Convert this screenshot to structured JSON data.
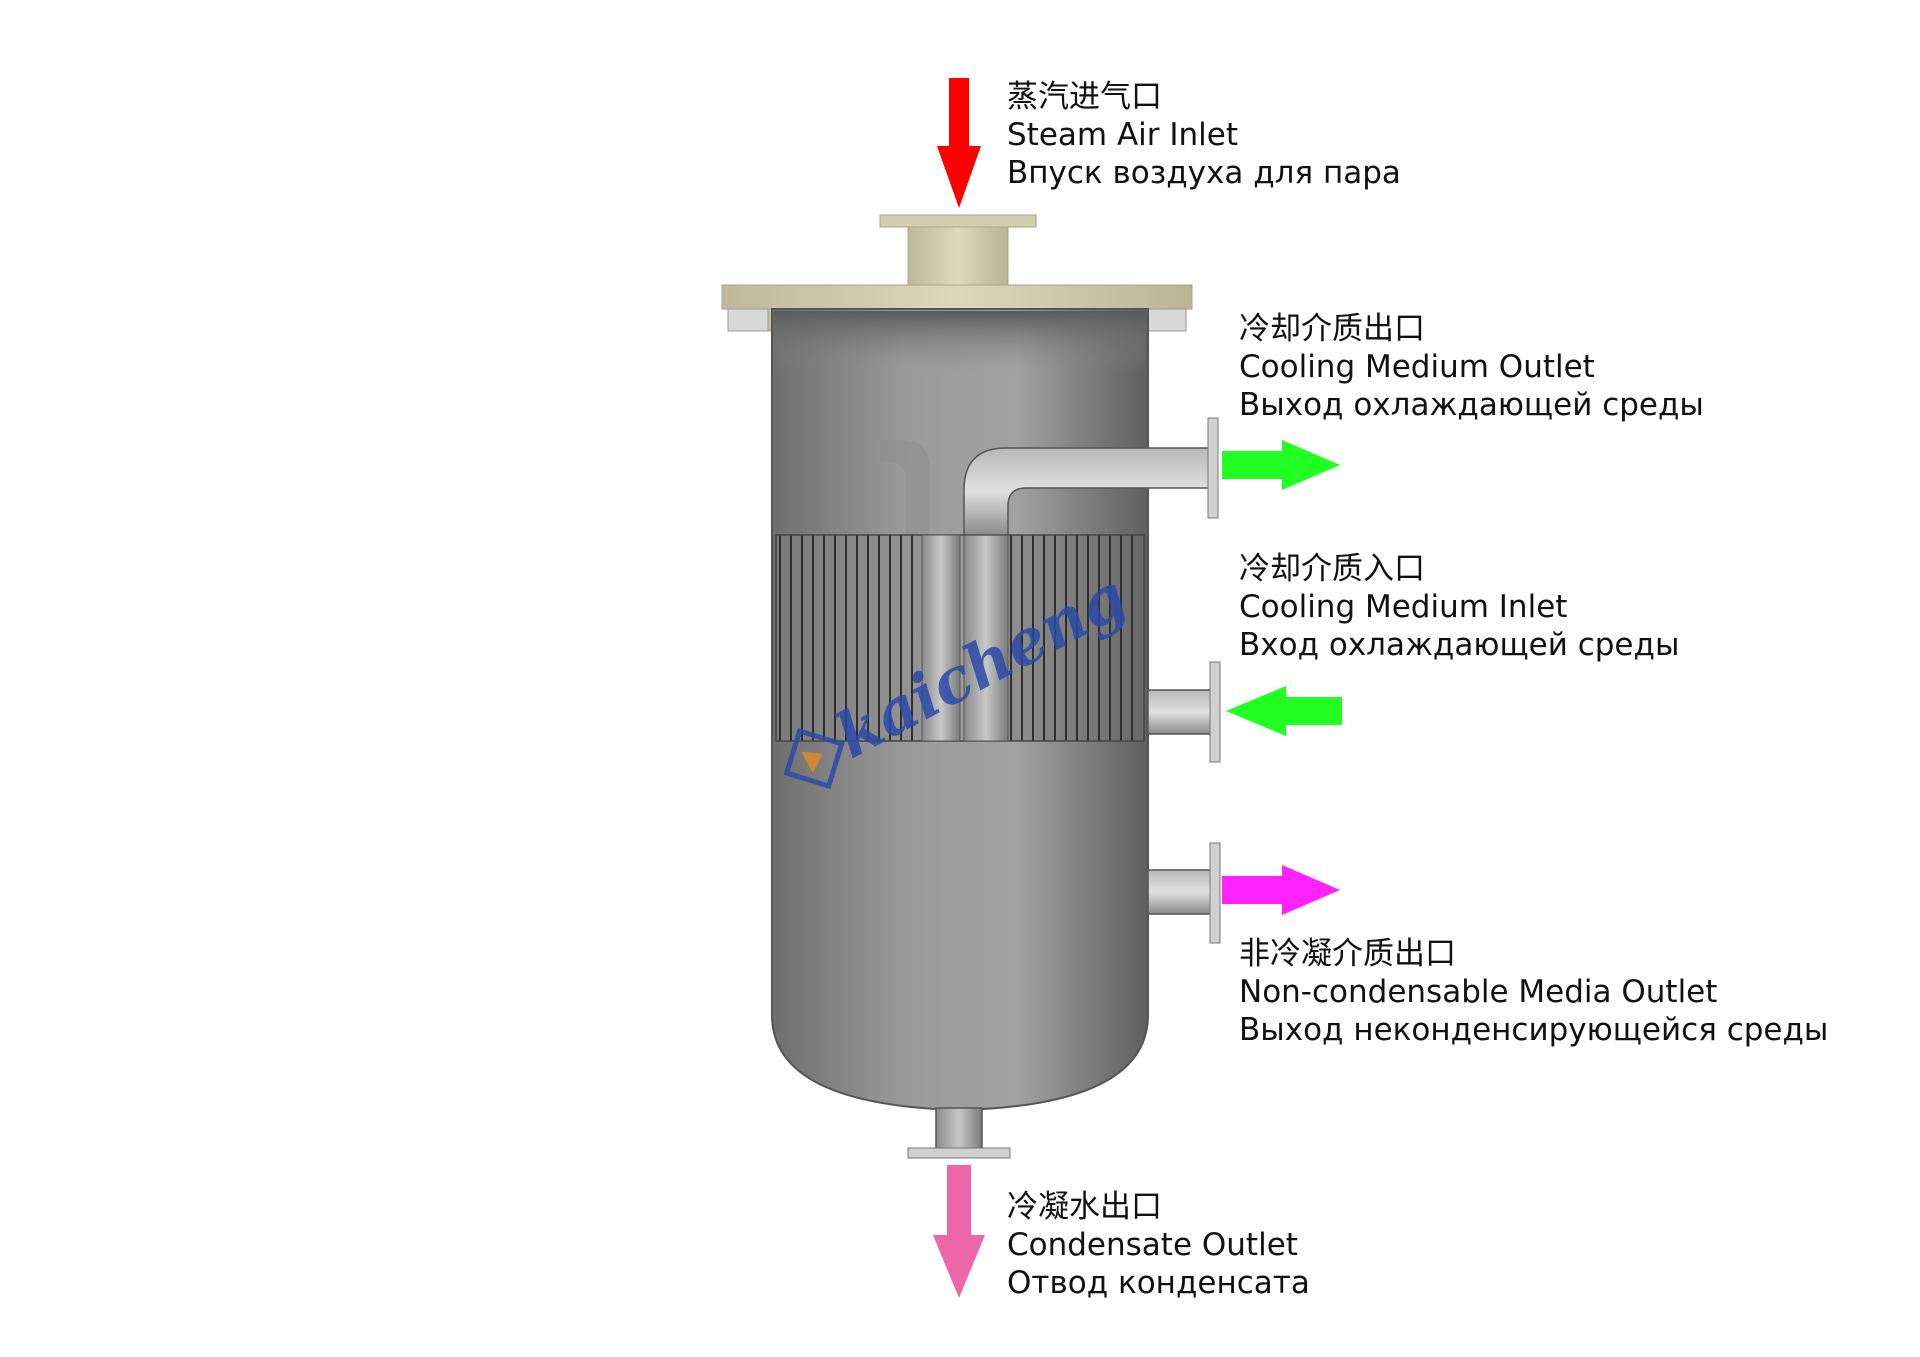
{
  "labels": {
    "steam_inlet": {
      "zh": "蒸汽进气口",
      "en": "Steam Air Inlet",
      "ru": "Впуск воздуха для пара"
    },
    "cooling_outlet": {
      "zh": "冷却介质出口",
      "en": "Cooling Medium Outlet",
      "ru": "Выход охлаждающей среды"
    },
    "cooling_inlet": {
      "zh": "冷却介质入口",
      "en": "Cooling Medium Inlet",
      "ru": "Вход охлаждающей среды"
    },
    "noncondensable_outlet": {
      "zh": "非冷凝介质出口",
      "en": "Non-condensable Media Outlet",
      "ru": "Выход неконденсирующейся среды"
    },
    "condensate_outlet": {
      "zh": "冷凝水出口",
      "en": "Condensate Outlet",
      "ru": "Отвод конденсата"
    }
  },
  "watermark": {
    "text": "kaicheng"
  },
  "colors": {
    "steam_arrow": "#ff0000",
    "cooling_arrow": "#22ff22",
    "noncondensable_arrow": "#ff22ff",
    "condensate_arrow": "#ee66aa",
    "flange": "#d2cfae",
    "vessel": "#8a8a8a",
    "watermark": "#2b4aa8"
  }
}
